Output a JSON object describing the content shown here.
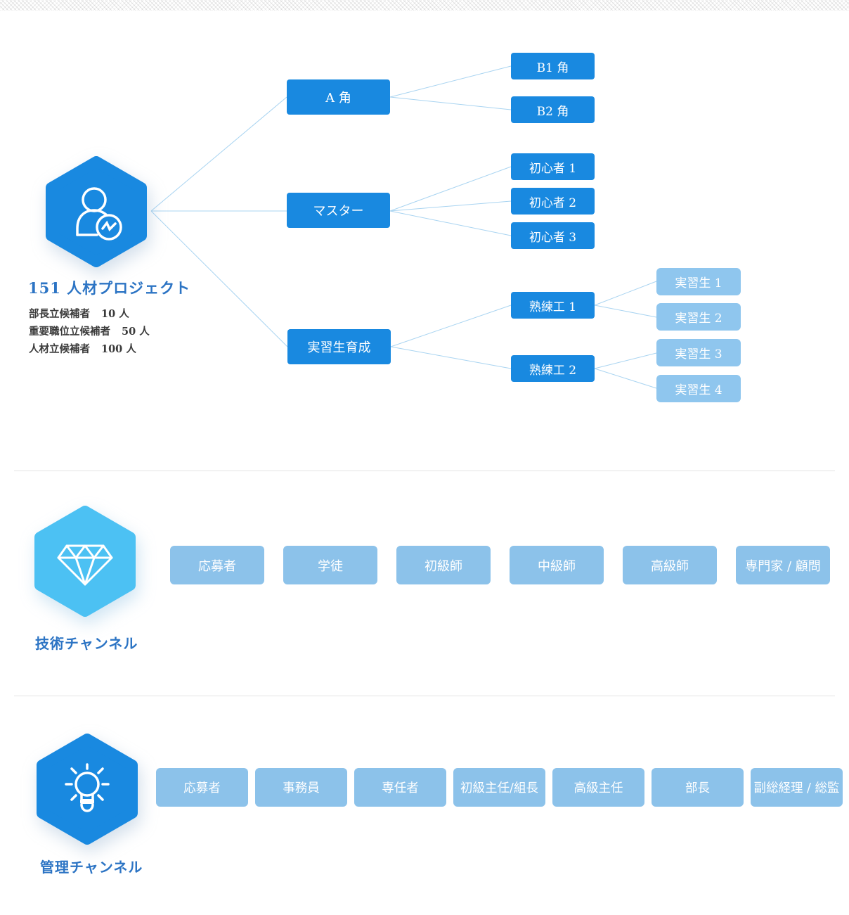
{
  "palette": {
    "primary_blue": "#1989e0",
    "sky_blue": "#4cc1f3",
    "light_blue_node": "#8fc6ee",
    "light_blue_stage": "#8cc2ea",
    "label_blue": "#2c74c4",
    "connector_blue": "#a9d4f1",
    "stats_text": "#3b3b3b",
    "divider_gray": "#e4e4e4"
  },
  "project": {
    "icon": "user-trend-icon",
    "title": "151 人材プロジェクト",
    "stats": [
      {
        "label": "部長立候補者",
        "value": "10 人"
      },
      {
        "label": "重要職位立候補者",
        "value": "50 人"
      },
      {
        "label": "人材立候補者",
        "value": "100 人"
      }
    ],
    "tree": {
      "branches": [
        {
          "label": "A 角",
          "children": [
            {
              "label": "B1 角"
            },
            {
              "label": "B2 角"
            }
          ]
        },
        {
          "label": "マスター",
          "children": [
            {
              "label": "初心者 1"
            },
            {
              "label": "初心者 2"
            },
            {
              "label": "初心者 3"
            }
          ]
        },
        {
          "label": "実習生育成",
          "children": [
            {
              "label": "熟練工 1",
              "children": [
                {
                  "label": "実習生 1"
                },
                {
                  "label": "実習生 2"
                }
              ]
            },
            {
              "label": "熟練工 2",
              "children": [
                {
                  "label": "実習生 3"
                },
                {
                  "label": "実習生 4"
                }
              ]
            }
          ]
        }
      ]
    }
  },
  "tech_channel": {
    "icon": "diamond-icon",
    "title": "技術チャンネル",
    "stages": [
      "応募者",
      "学徒",
      "初級師",
      "中級師",
      "高級師",
      "専門家 / 顧問"
    ]
  },
  "management_channel": {
    "icon": "lightbulb-icon",
    "title": "管理チャンネル",
    "stages": [
      "応募者",
      "事務員",
      "専任者",
      "初級主任/組長",
      "高級主任",
      "部長",
      "副総経理 / 総監"
    ]
  }
}
